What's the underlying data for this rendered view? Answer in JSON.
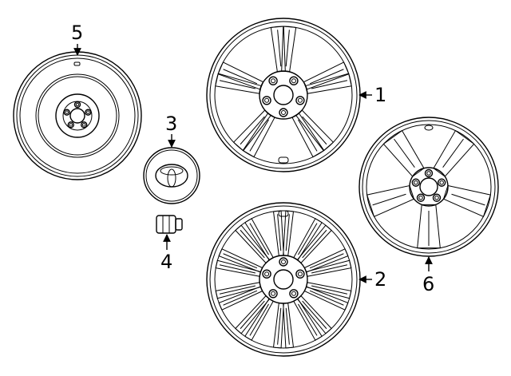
{
  "diagram": {
    "callouts": [
      {
        "id": "label-1",
        "text": "1"
      },
      {
        "id": "label-2",
        "text": "2"
      },
      {
        "id": "label-3",
        "text": "3"
      },
      {
        "id": "label-4",
        "text": "4"
      },
      {
        "id": "label-5",
        "text": "5"
      },
      {
        "id": "label-6",
        "text": "6"
      }
    ]
  }
}
